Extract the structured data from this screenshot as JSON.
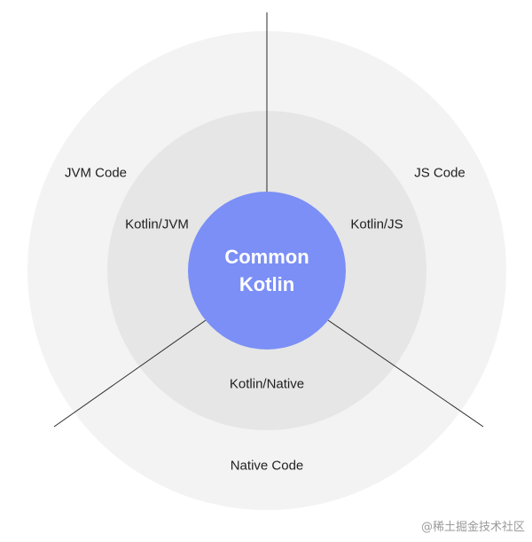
{
  "diagram": {
    "center": {
      "line1": "Common",
      "line2": "Kotlin"
    },
    "inner_labels": {
      "jvm": "Kotlin/JVM",
      "js": "Kotlin/JS",
      "native": "Kotlin/Native"
    },
    "outer_labels": {
      "jvm": "JVM Code",
      "js": "JS Code",
      "native": "Native Code"
    }
  },
  "watermark": "@稀土掘金技术社区",
  "colors": {
    "outer_ring": "#f3f3f3",
    "inner_ring": "#e6e6e6",
    "core": "#7b8ff6",
    "divider": "#2b2b2b"
  }
}
